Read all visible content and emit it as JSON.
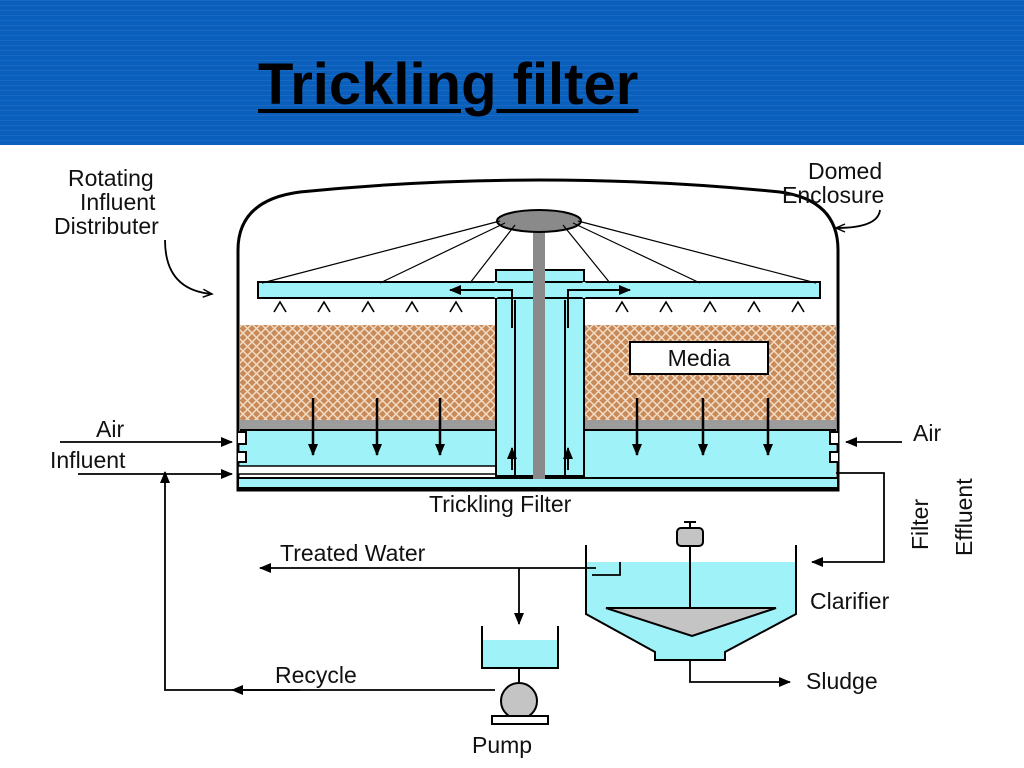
{
  "slide": {
    "title": "Trickling filter"
  },
  "labels": {
    "rotating_line1": "Rotating",
    "rotating_line2": "Influent",
    "rotating_line3": "Distributer",
    "domed_line1": "Domed",
    "domed_line2": "Enclosure",
    "media": "Media",
    "air_left": "Air",
    "air_right": "Air",
    "influent": "Influent",
    "trickling_filter": "Trickling Filter",
    "filter_effluent_line1": "Filter",
    "filter_effluent_line2": "Effluent",
    "treated_water": "Treated Water",
    "clarifier": "Clarifier",
    "recycle": "Recycle",
    "sludge": "Sludge",
    "pump": "Pump"
  },
  "colors": {
    "header_blue": "#0a5fbd",
    "water_cyan": "#9ff3f8",
    "media_tan": "#c98a5a",
    "media_mesh": "#f2dcc4",
    "shaft_gray": "#8a8a8a",
    "gravel_gray": "#9c9c9c"
  }
}
